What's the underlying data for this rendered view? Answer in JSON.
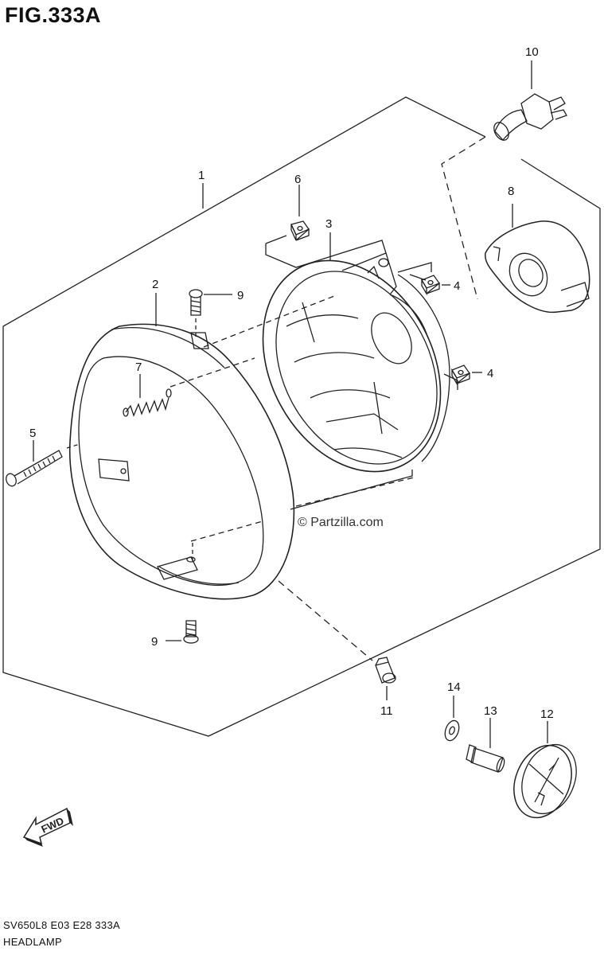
{
  "figure": {
    "title": "FIG.333A",
    "model_code": "SV650L8  E03  E28  333A",
    "assembly_name": "HEADLAMP",
    "watermark": "© Partzilla.com",
    "direction_label": "FWD"
  },
  "callouts": {
    "c1": "1",
    "c2": "2",
    "c3": "3",
    "c4a": "4",
    "c4b": "4",
    "c5": "5",
    "c6": "6",
    "c7": "7",
    "c8": "8",
    "c9a": "9",
    "c9b": "9",
    "c10": "10",
    "c11": "11",
    "c12": "12",
    "c13": "13",
    "c14": "14"
  }
}
